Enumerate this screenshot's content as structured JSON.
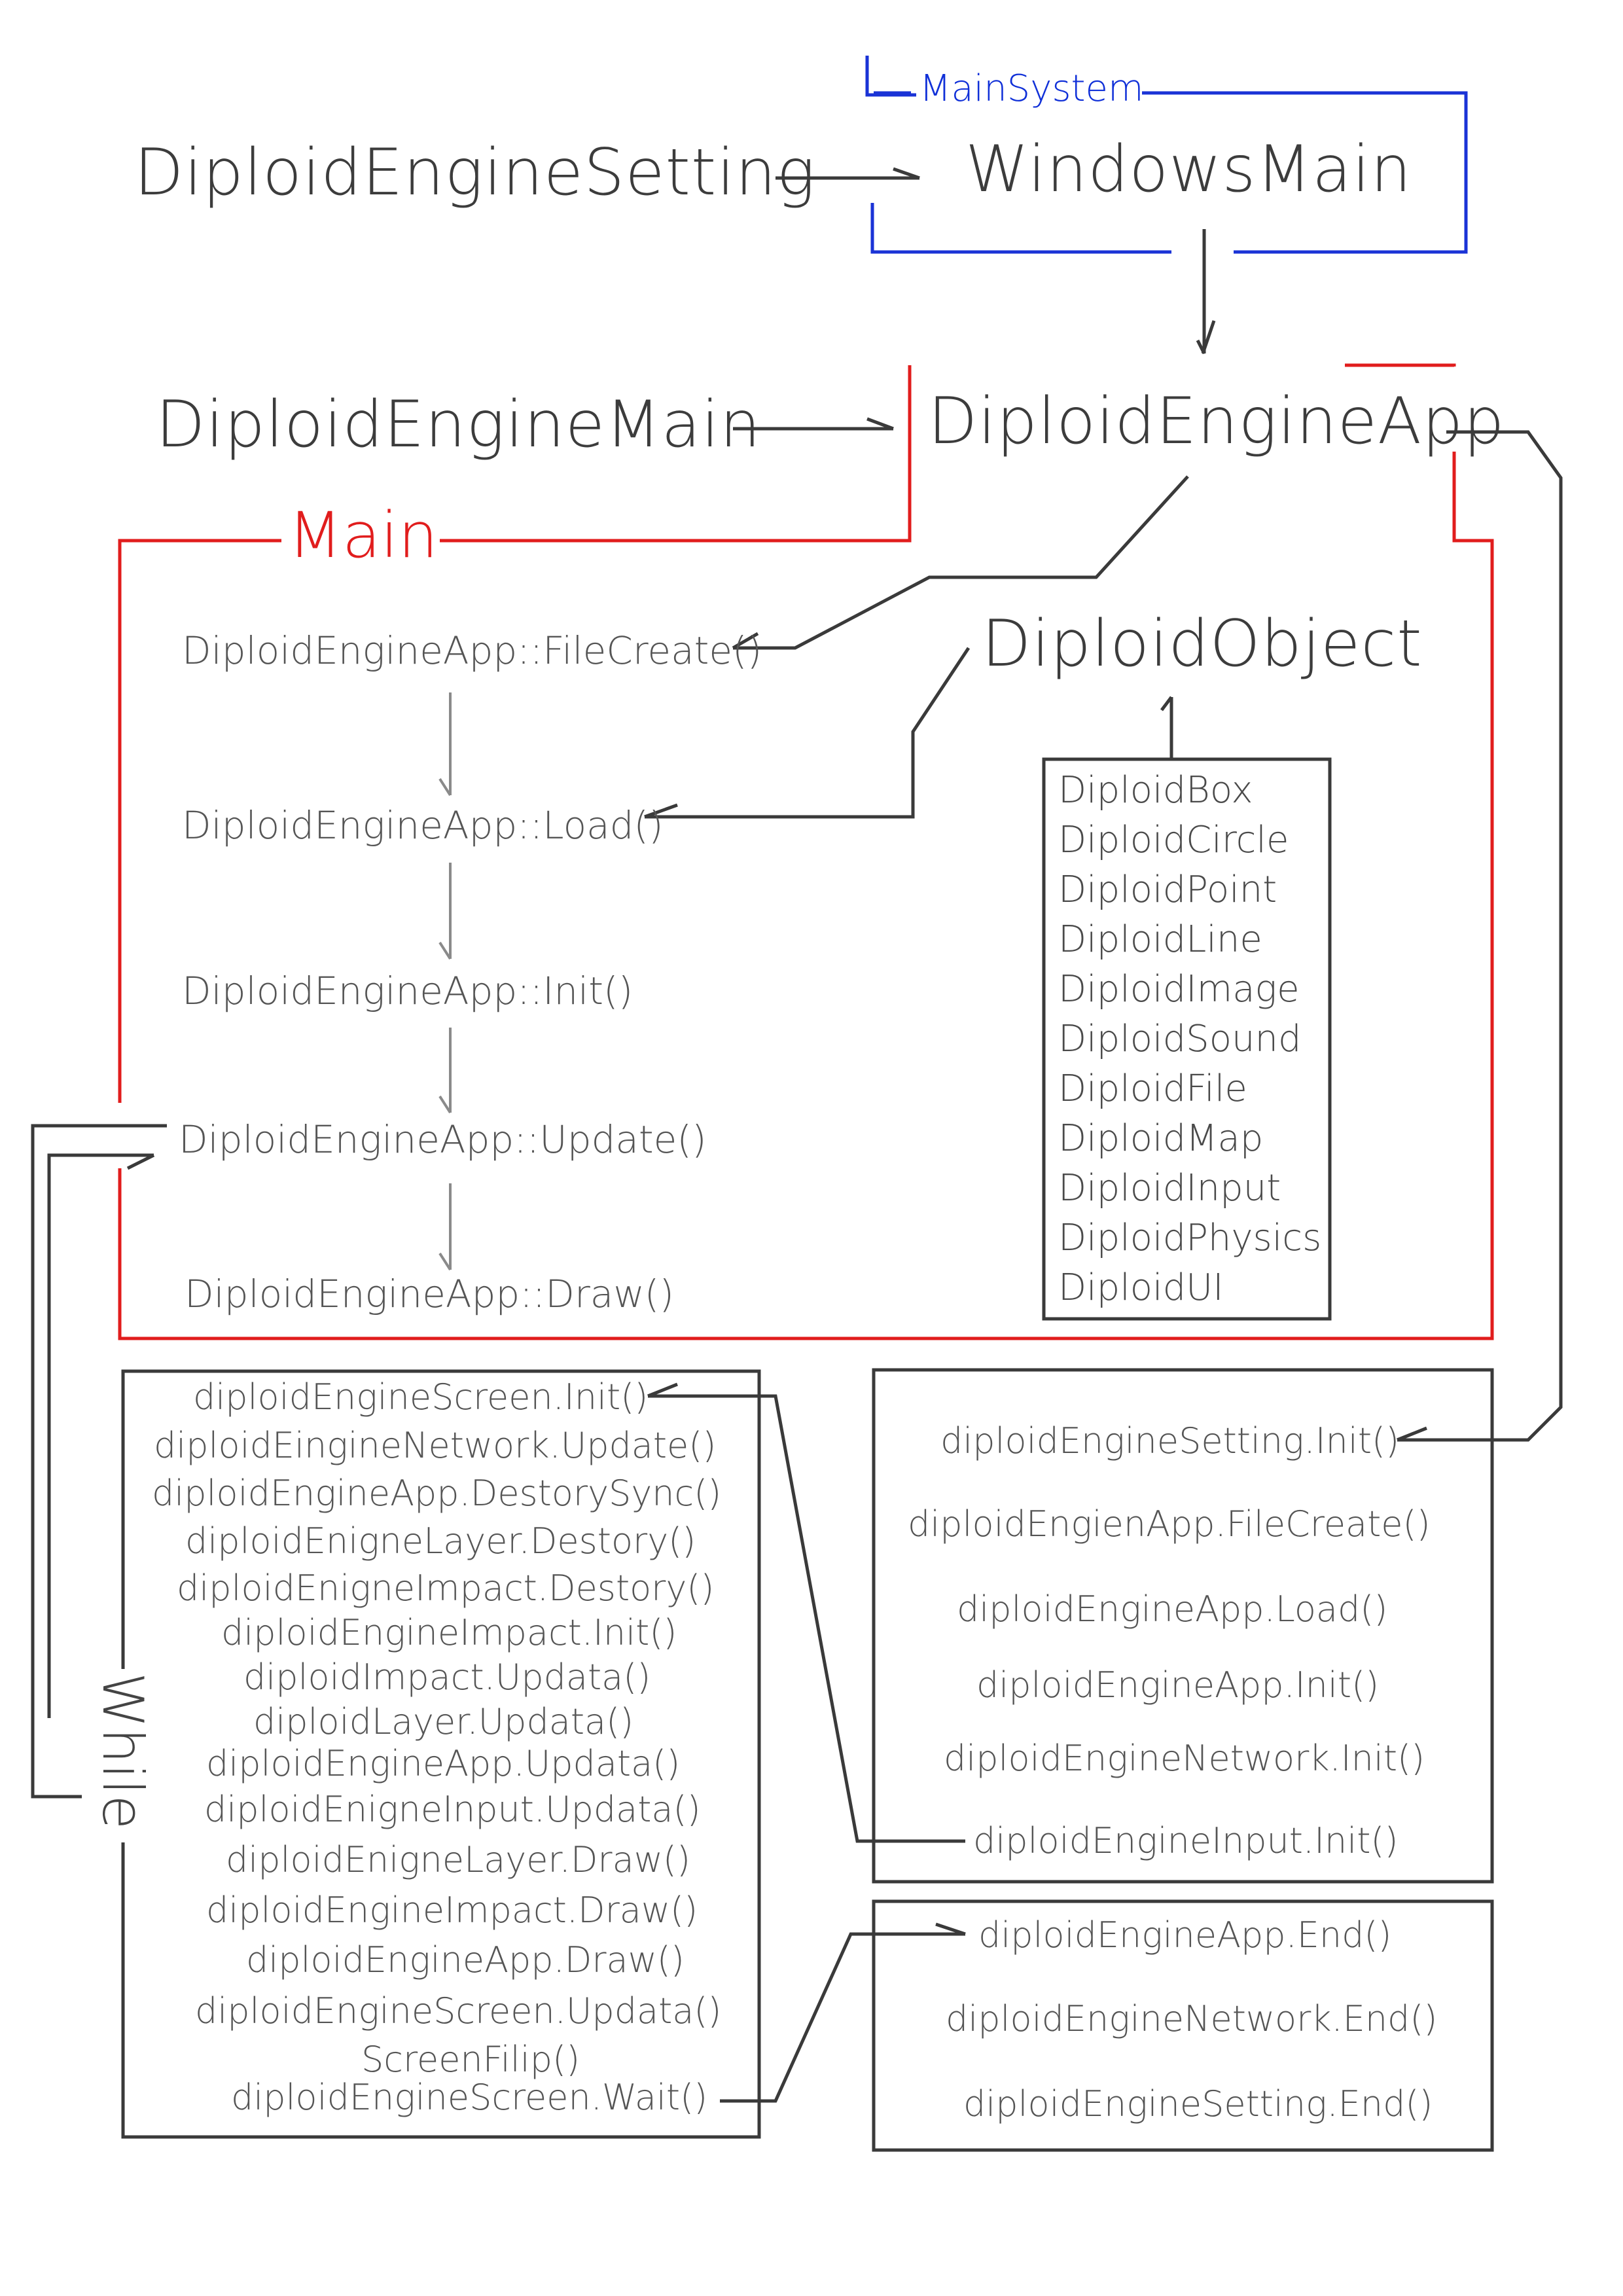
{
  "colors": {
    "mainsystem_frame": "#1a33d6",
    "main_frame": "#e11d1d",
    "line": "#3a3a3a",
    "arrow_gray": "#8a8a8a",
    "text": "#555555"
  },
  "top": {
    "engine_setting": "DiploidEngineSetting",
    "windows_main": "WindowsMain",
    "mainsystem_label": "MainSystem",
    "engine_main": "DiploidEngineMain",
    "engine_app": "DiploidEngineApp"
  },
  "main_frame": {
    "label": "Main",
    "calls": [
      "DiploidEngineApp::FileCreate()",
      "DiploidEngineApp::Load()",
      "DiploidEngineApp::Init()",
      "DiploidEngineApp::Update()",
      "DiploidEngineApp::Draw()"
    ]
  },
  "object": {
    "title": "DiploidObject",
    "items": [
      "DiploidBox",
      "DiploidCircle",
      "DiploidPoint",
      "DiploidLine",
      "DiploidImage",
      "DiploidSound",
      "DiploidFile",
      "DiploidMap",
      "DiploidInput",
      "DiploidPhysics",
      "DiploidUI"
    ]
  },
  "while_box": {
    "label": "While",
    "items": [
      "diploidEngineScreen.Init()",
      "diploidEingineNetwork.Update()",
      "diploidEngineApp.DestorySync()",
      "diploidEnigneLayer.Destory()",
      "diploidEnigneImpact.Destory()",
      "diploidEngineImpact.Init()",
      "diploidImpact.Updata()",
      "diploidLayer.Updata()",
      "diploidEngineApp.Updata()",
      "diploidEnigneInput.Updata()",
      "diploidEnigneLayer.Draw()",
      "diploidEngineImpact.Draw()",
      "diploidEngineApp.Draw()",
      "diploidEngineScreen.Updata()",
      "ScreenFilip()",
      "diploidEngineScreen.Wait()"
    ]
  },
  "init_box": {
    "items": [
      "diploidEngineSetting.Init()",
      "diploidEngienApp.FileCreate()",
      "diploidEngineApp.Load()",
      "diploidEngineApp.Init()",
      "diploidEngineNetwork.Init()",
      "diploidEngineInput.Init()"
    ]
  },
  "end_box": {
    "items": [
      "diploidEngineApp.End()",
      "diploidEngineNetwork.End()",
      "diploidEngineSetting.End()"
    ]
  }
}
